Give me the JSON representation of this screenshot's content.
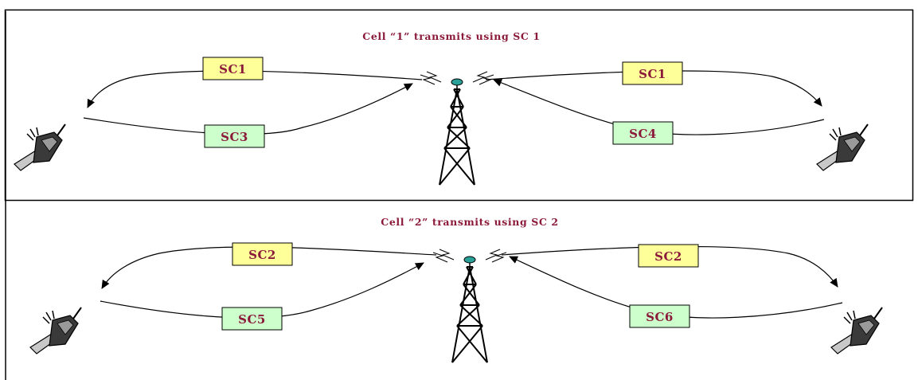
{
  "cells": [
    {
      "title": "Cell “1” transmits using SC  1",
      "downlink_left": "SC1",
      "downlink_right": "SC1",
      "uplink_left": "SC3",
      "uplink_right": "SC4"
    },
    {
      "title": "Cell “2” transmits using SC 2",
      "downlink_left": "SC2",
      "downlink_right": "SC2",
      "uplink_left": "SC5",
      "uplink_right": "SC6"
    }
  ],
  "colors": {
    "downlink_fill": "#ffff99",
    "uplink_fill": "#ccffcc",
    "label_text": "#8b1a3a",
    "antenna": "#2aa198"
  },
  "icons": [
    "cell-tower-icon",
    "mobile-phone-icon"
  ]
}
